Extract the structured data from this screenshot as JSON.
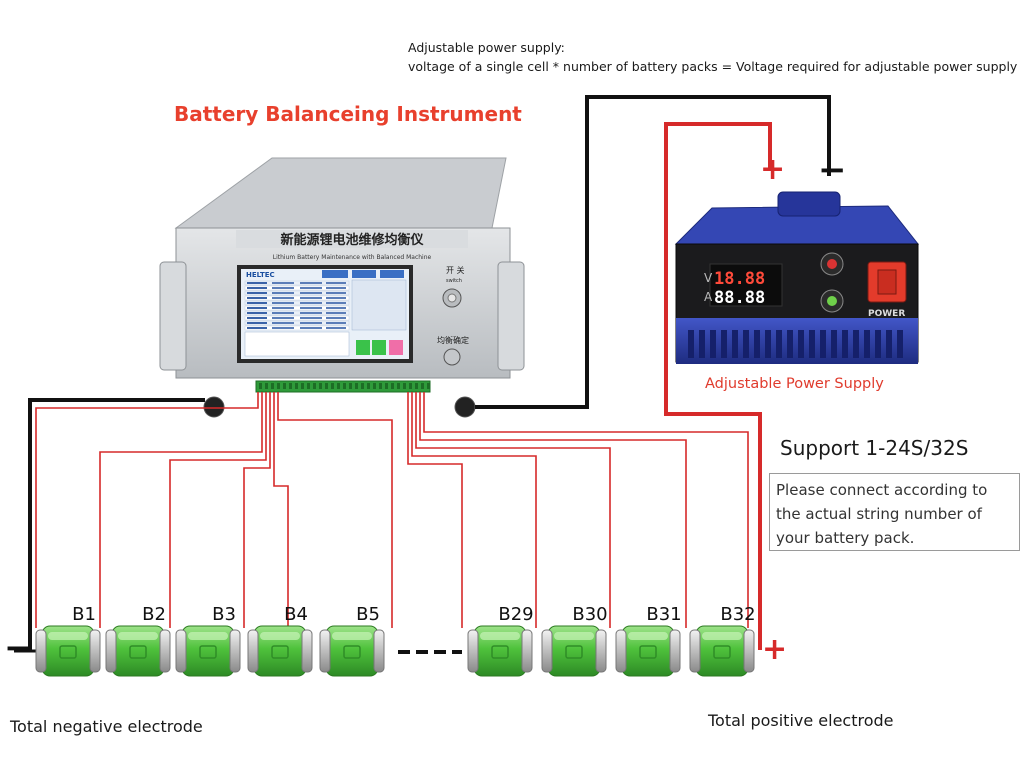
{
  "header": {
    "note_line1": "Adjustable power supply:",
    "note_line2": "voltage of a single cell * number of battery packs = Voltage required for adjustable power supply",
    "title": "Battery Balanceing Instrument"
  },
  "instrument": {
    "chinese_label": "新能源锂电池维修均衡仪",
    "english_label": "Lithium Battery Maintenance with Balanced Machine",
    "brand": "HELTEC",
    "switch_cn": "开 关",
    "switch_en": "switch",
    "balance_cn": "均衡确定"
  },
  "power_supply": {
    "caption": "Adjustable Power Supply",
    "volt_reading": "18.88",
    "amp_reading": "88.88",
    "volt_letter": "V",
    "amp_letter": "A",
    "power_label": "POWER"
  },
  "support": {
    "headline": "Support 1-24S/32S",
    "note": "Please connect according to the actual string number of your battery pack."
  },
  "cells": [
    "B1",
    "B2",
    "B3",
    "B4",
    "B5",
    "B29",
    "B30",
    "B31",
    "B32"
  ],
  "labels": {
    "negative": "Total negative electrode",
    "positive": "Total positive electrode",
    "plus": "+",
    "minus": "−"
  },
  "colors": {
    "red_wire": "#d62a2a",
    "black_wire": "#111111",
    "title_red": "#e8402d",
    "battery_green": "#5cc84a",
    "psu_blue": "#2b3d9e"
  }
}
